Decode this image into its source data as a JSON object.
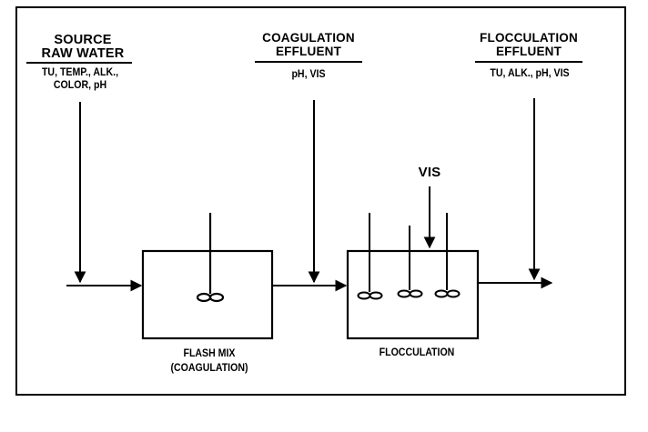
{
  "source": {
    "line1": "SOURCE",
    "line2": "RAW WATER",
    "params1": "TU, TEMP., ALK.,",
    "params2": "COLOR, pH"
  },
  "coagulation_effluent": {
    "line1": "COAGULATION",
    "line2": "EFFLUENT",
    "params": "pH, VIS"
  },
  "flocculation_effluent": {
    "line1": "FLOCCULATION",
    "line2": "EFFLUENT",
    "params": "TU, ALK., pH, VIS"
  },
  "vis_label": "VIS",
  "flash_mix": {
    "line1": "FLASH MIX",
    "line2": "(COAGULATION)"
  },
  "flocculation": {
    "label": "FLOCCULATION"
  }
}
